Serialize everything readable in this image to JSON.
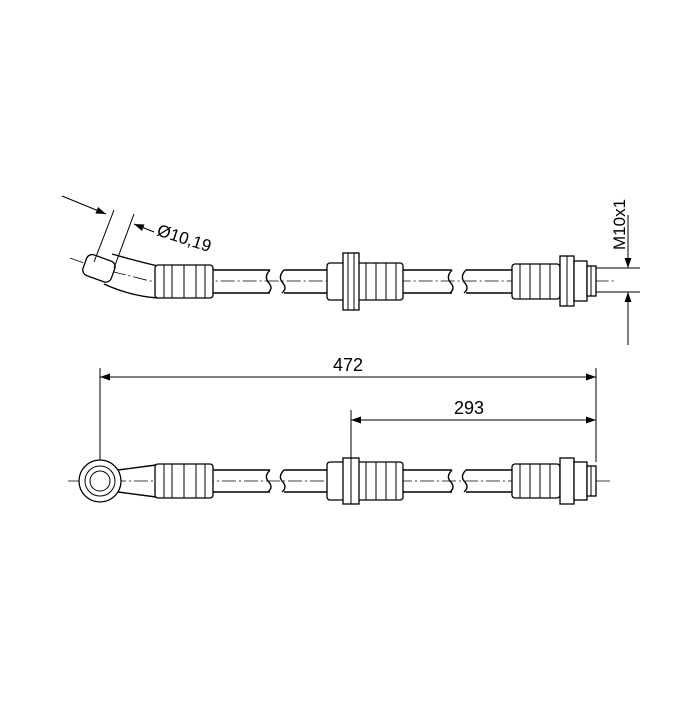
{
  "dimensions": {
    "overall_length": "472",
    "center_offset": "293",
    "bore_diameter": "Ø10,19",
    "thread": "M10x1"
  }
}
